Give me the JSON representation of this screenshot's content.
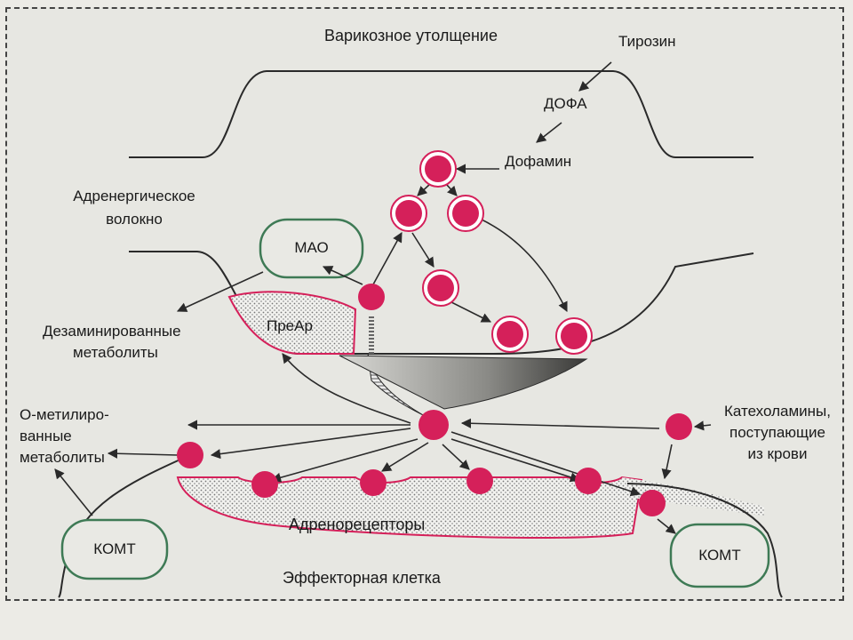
{
  "labels": {
    "varicose": "Варикозное утолщение",
    "tyrosine": "Тирозин",
    "dopa": "ДОФА",
    "dopamine": "Дофамин",
    "fiber_line1": "Адренергическое",
    "fiber_line2": "волокно",
    "mao": "МАО",
    "deaminated_line1": "Дезаминированные",
    "deaminated_line2": "метаболиты",
    "prear": "ПреАр",
    "omethyl_line1": "О-метилиро-",
    "omethyl_line2": "ванные",
    "omethyl_line3": "метаболиты",
    "catechol_line1": "Катехоламины,",
    "catechol_line2": "поступающие",
    "catechol_line3": "из крови",
    "receptors": "Адренорецепторы",
    "comt_left": "КОМТ",
    "comt_right": "КОМТ",
    "effector": "Эффекторная клетка"
  },
  "colors": {
    "vesicle_fill": "#d5205a",
    "vesicle_ring": "#d5205a",
    "mao_border": "#3e7a55",
    "comt_border": "#3e7a55",
    "receptor_outline": "#d5205a",
    "line": "#2a2a2a"
  }
}
